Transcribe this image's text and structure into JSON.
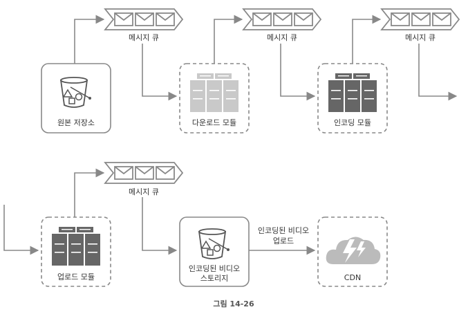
{
  "queue_label": "메시지 큐",
  "nodes": {
    "source_storage": {
      "label": "원본 저장소"
    },
    "download_module": {
      "label": "다운로드 모듈"
    },
    "encoding_module": {
      "label": "인코딩 모듈"
    },
    "upload_module": {
      "label": "업로드 모듈"
    },
    "encoded_storage": {
      "line1": "인코딩된 비디오",
      "line2": "스토리지"
    },
    "cdn": {
      "label": "CDN"
    }
  },
  "edges": {
    "encoded_to_cdn": {
      "line1": "인코딩된 비디오",
      "line2": "업로드"
    }
  },
  "caption": "그림 14-26",
  "colors": {
    "stroke": "#888888",
    "server_dark": "#666666",
    "server_light": "#c9c9c9",
    "cloud": "#bbbbbb"
  }
}
